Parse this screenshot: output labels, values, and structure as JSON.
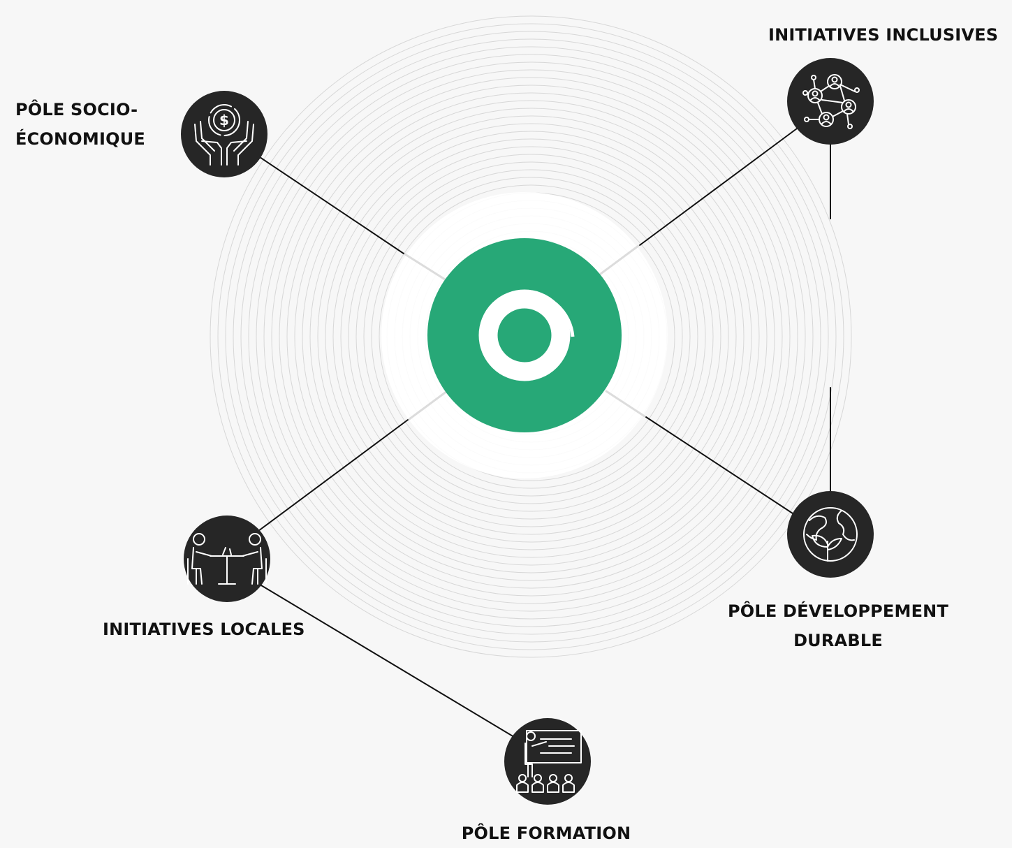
{
  "colors": {
    "background": "#f7f7f7",
    "hub": "#27a877",
    "node": "#262626",
    "rings": "#d7d7d7",
    "connector": "#111111"
  },
  "hub": {
    "icon": "partial-ring-logo-icon"
  },
  "nodes": [
    {
      "id": "socio",
      "icon": "money-hands-icon",
      "label_lines": [
        "PÔLE SOCIO-",
        "ÉCONOMIQUE"
      ]
    },
    {
      "id": "inclusives",
      "icon": "network-people-icon",
      "label_lines": [
        "INITIATIVES INCLUSIVES"
      ]
    },
    {
      "id": "durable",
      "icon": "globe-plant-icon",
      "label_lines": [
        "PÔLE DÉVELOPPEMENT",
        "DURABLE"
      ]
    },
    {
      "id": "locales",
      "icon": "meeting-table-icon",
      "label_lines": [
        "INITIATIVES LOCALES"
      ]
    },
    {
      "id": "formation",
      "icon": "teacher-board-icon",
      "label_lines": [
        "PÔLE FORMATION"
      ]
    }
  ]
}
